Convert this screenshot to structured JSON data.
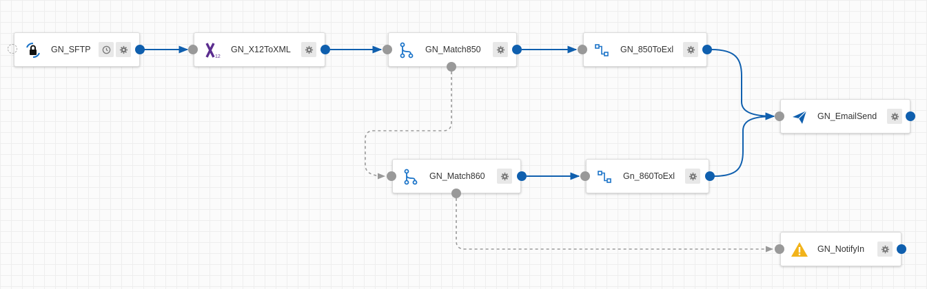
{
  "nodes": [
    {
      "id": "sftp",
      "label": "GN_SFTP",
      "icon": "sftp-lock-sync-icon",
      "buttons": [
        "clock-icon",
        "gear-icon"
      ]
    },
    {
      "id": "x12",
      "label": "GN_X12ToXML",
      "icon": "x12-icon",
      "icon_subscript": "12",
      "buttons": [
        "gear-icon"
      ]
    },
    {
      "id": "m850",
      "label": "GN_Match850",
      "icon": "branch-icon",
      "buttons": [
        "gear-icon"
      ]
    },
    {
      "id": "e850",
      "label": "GN_850ToExl",
      "icon": "flow-steps-icon",
      "buttons": [
        "gear-icon"
      ]
    },
    {
      "id": "email",
      "label": "GN_EmailSend",
      "icon": "send-plane-icon",
      "buttons": [
        "gear-icon"
      ]
    },
    {
      "id": "m860",
      "label": "GN_Match860",
      "icon": "branch-icon",
      "buttons": [
        "gear-icon"
      ]
    },
    {
      "id": "e860",
      "label": "Gn_860ToExl",
      "icon": "flow-steps-icon",
      "buttons": [
        "gear-icon"
      ]
    },
    {
      "id": "notify",
      "label": "GN_NotifyIn",
      "icon": "warning-icon",
      "buttons": [
        "gear-icon"
      ]
    }
  ],
  "edges": [
    {
      "from": "sftp",
      "to": "x12",
      "style": "solid"
    },
    {
      "from": "x12",
      "to": "m850",
      "style": "solid"
    },
    {
      "from": "m850",
      "to": "e850",
      "style": "solid"
    },
    {
      "from": "e850",
      "to": "email",
      "style": "solid"
    },
    {
      "from": "m850",
      "to": "m860",
      "style": "dashed"
    },
    {
      "from": "m860",
      "to": "e860",
      "style": "solid"
    },
    {
      "from": "e860",
      "to": "email",
      "style": "solid"
    },
    {
      "from": "m860",
      "to": "notify",
      "style": "dashed"
    }
  ],
  "colors": {
    "link": "#0f5fae",
    "port_out": "#0f5fae",
    "port_in": "#999999",
    "dashed_link": "#999999",
    "x12_icon": "#5b2d8f",
    "warning_icon": "#f2b31a",
    "button_bg": "#e8e8e8"
  }
}
